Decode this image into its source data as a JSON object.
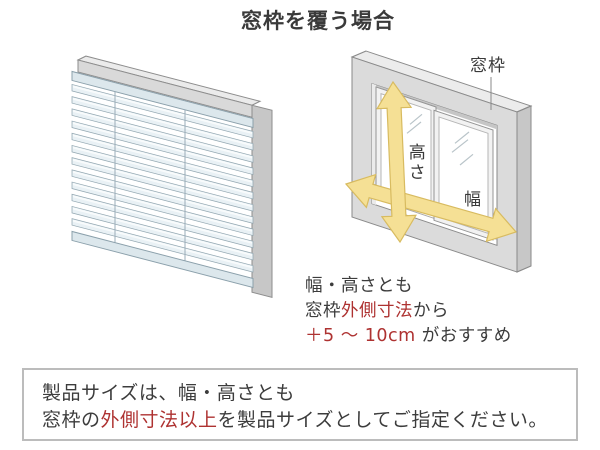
{
  "title": "窓枠を覆う場合",
  "illustrations": {
    "left": "venetian-blind-covering-window-frame",
    "right": "window-frame-with-measurement-arrows"
  },
  "icons": {
    "height_arrow": "double-headed-vertical-arrow",
    "width_arrow": "double-headed-horizontal-arrow"
  },
  "colors": {
    "accent_red": "#ae3231",
    "arrow_yellow": "#f5e095",
    "arrow_outline": "#d8bb60",
    "frame_gray": "#dbdbdb",
    "text": "#3c3c3c"
  },
  "diagram_labels": {
    "window_frame": "窓枠",
    "height": "高さ",
    "width": "幅"
  },
  "caption": {
    "line1": "幅・高さとも",
    "line2_pre": "窓枠",
    "line2_red": "外側寸法",
    "line2_post": "から",
    "line3_red": "＋5 〜 10cm",
    "line3_post": " がおすすめ"
  },
  "note_box": {
    "line1": "製品サイズは、幅・高さとも",
    "line2_pre": "窓枠の",
    "line2_red": "外側寸法以上",
    "line2_post": "を製品サイズとしてご指定ください。"
  }
}
